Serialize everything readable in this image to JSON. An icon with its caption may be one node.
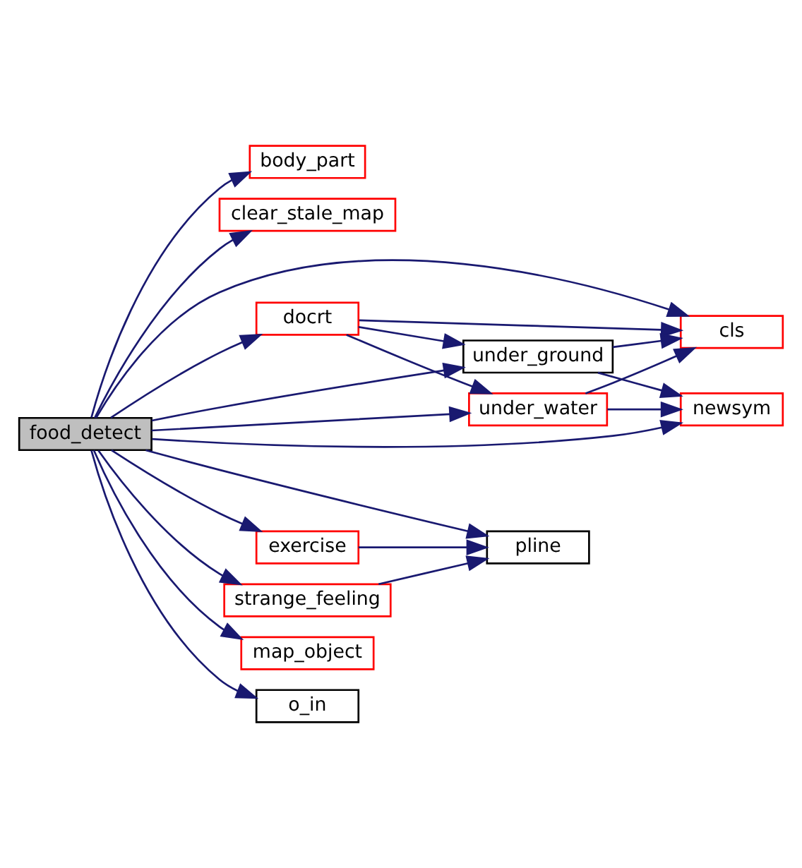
{
  "diagram": {
    "nodes": [
      {
        "text": [
          "food_detect"
        ]
      },
      {
        "text": [
          "body_part"
        ]
      },
      {
        "text": [
          "clear_stale_map"
        ]
      },
      {
        "text": [
          "docrt"
        ]
      },
      {
        "text": [
          "cls"
        ]
      },
      {
        "text": [
          "under_ground"
        ]
      },
      {
        "text": [
          "under_water"
        ]
      },
      {
        "text": [
          "newsym"
        ]
      },
      {
        "text": [
          "exercise"
        ]
      },
      {
        "text": [
          "pline"
        ]
      },
      {
        "text": [
          "strange_feeling"
        ]
      },
      {
        "text": [
          "map_object"
        ]
      },
      {
        "text": [
          "o_in"
        ]
      }
    ],
    "edges": [
      {
        "from": 0,
        "to": 1,
        "arrow": "to"
      },
      {
        "from": 0,
        "to": 2,
        "arrow": "to"
      },
      {
        "from": 0,
        "to": 4,
        "arrow": "to"
      },
      {
        "from": 0,
        "to": 3,
        "arrow": "to"
      },
      {
        "from": 0,
        "to": 5,
        "arrow": "to"
      },
      {
        "from": 0,
        "to": 6,
        "arrow": "to"
      },
      {
        "from": 0,
        "to": 7,
        "arrow": "to"
      },
      {
        "from": 0,
        "to": 9,
        "arrow": "to"
      },
      {
        "from": 0,
        "to": 8,
        "arrow": "to"
      },
      {
        "from": 0,
        "to": 10,
        "arrow": "to"
      },
      {
        "from": 0,
        "to": 11,
        "arrow": "to"
      },
      {
        "from": 0,
        "to": 12,
        "arrow": "to"
      },
      {
        "from": 3,
        "to": 4,
        "arrow": "to"
      },
      {
        "from": 3,
        "to": 5,
        "arrow": "to"
      },
      {
        "from": 3,
        "to": 6,
        "arrow": "to"
      },
      {
        "from": 5,
        "to": 4,
        "arrow": "to"
      },
      {
        "from": 5,
        "to": 7,
        "arrow": "to"
      },
      {
        "from": 6,
        "to": 4,
        "arrow": "to"
      },
      {
        "from": 6,
        "to": 7,
        "arrow": "to"
      },
      {
        "from": 8,
        "to": 9,
        "arrow": "to"
      },
      {
        "from": 10,
        "to": 9,
        "arrow": "to"
      }
    ]
  }
}
